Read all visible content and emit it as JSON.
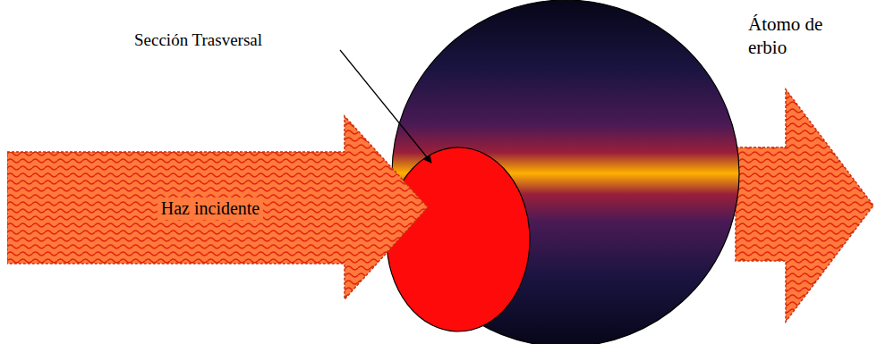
{
  "diagram": {
    "nodes": [
      {
        "text": [
          "Haz incidente"
        ]
      }
    ],
    "labels": [
      "Sección Trasversal",
      "Átomo de erbio"
    ]
  }
}
